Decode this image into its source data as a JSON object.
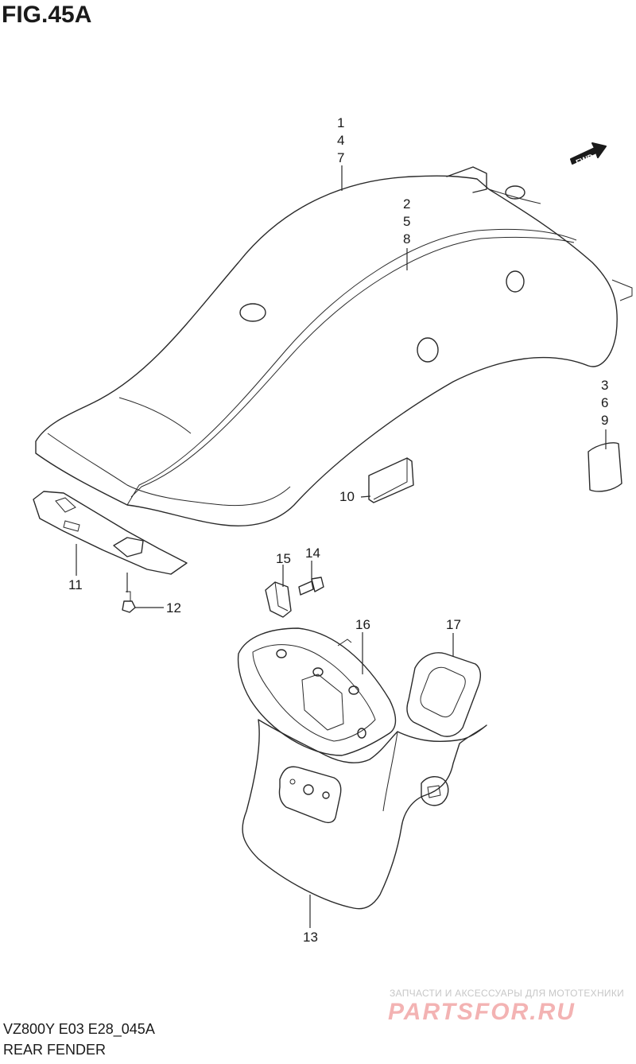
{
  "figure": {
    "title": "FIG.45A"
  },
  "footer": {
    "code": "VZ800Y E03 E28_045A",
    "name": "REAR FENDER"
  },
  "fwd_arrow": {
    "label": "FWD"
  },
  "watermark": {
    "tagline": "ЗАПЧАСТИ И АКСЕССУАРЫ ДЛЯ МОТОТЕХНИКИ",
    "logo": "PARTSFOR.RU"
  },
  "callouts": {
    "c1": "1",
    "c4": "4",
    "c7": "7",
    "c2": "2",
    "c5": "5",
    "c8": "8",
    "c3": "3",
    "c6": "6",
    "c9": "9",
    "c10": "10",
    "c11": "11",
    "c12": "12",
    "c13": "13",
    "c14": "14",
    "c15": "15",
    "c16": "16",
    "c17": "17"
  }
}
